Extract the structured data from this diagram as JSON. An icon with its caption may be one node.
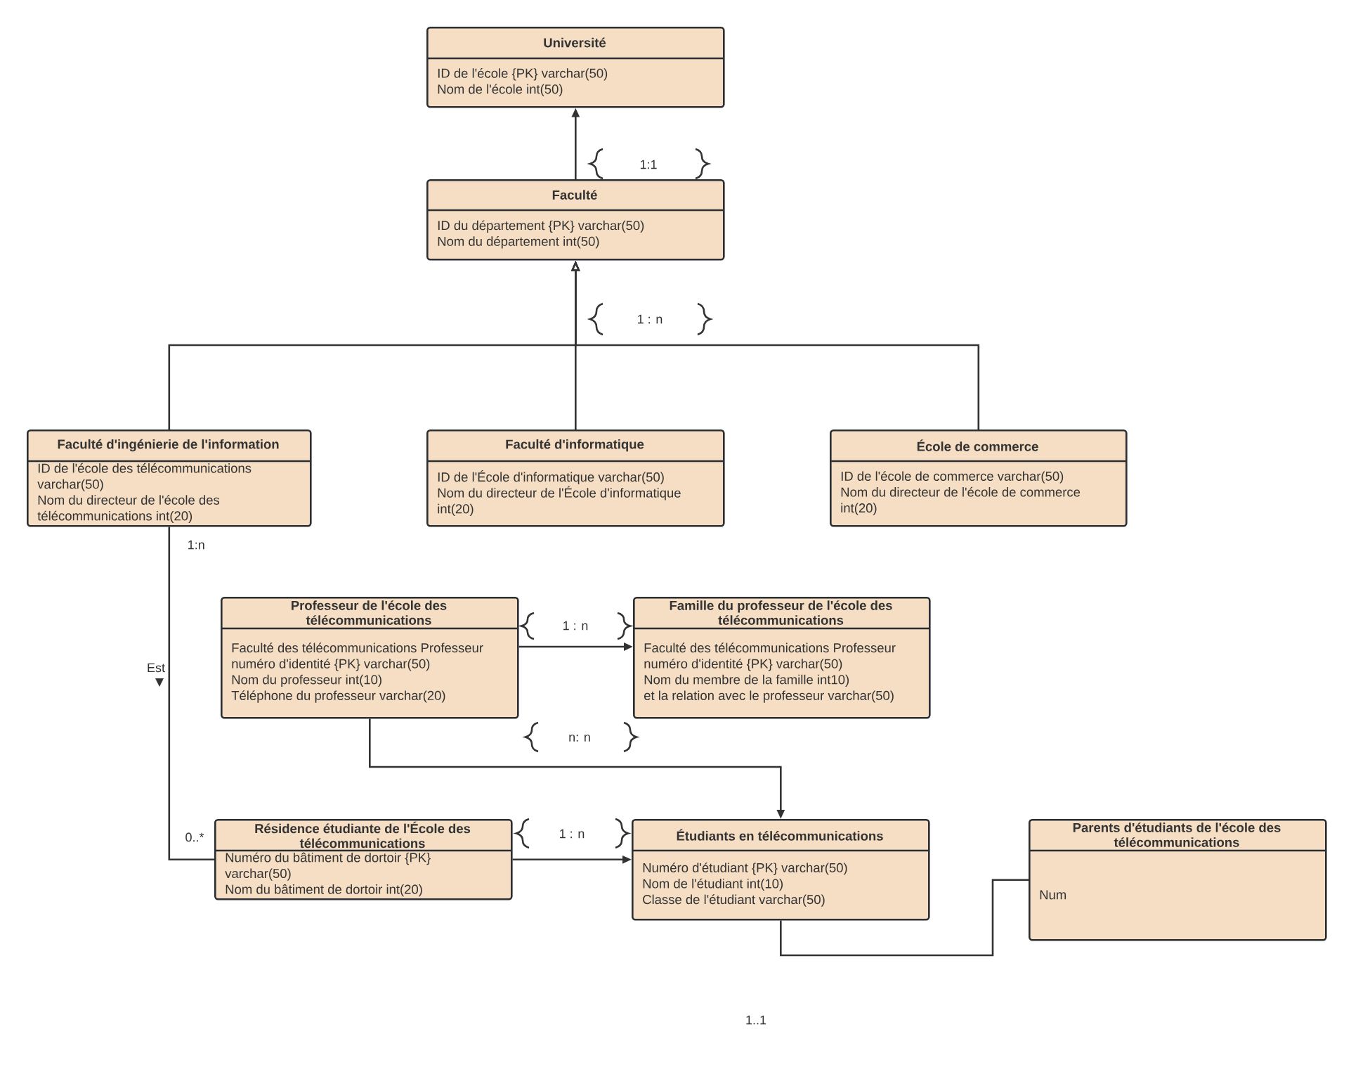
{
  "diagram": {
    "nodes": [
      {
        "text": [
          "Université",
          "ID de l'école {PK} varchar(50)",
          "Nom de l'école int(50)"
        ]
      },
      {
        "text": [
          "Faculté",
          "ID du département {PK} varchar(50)",
          "Nom du département int(50)"
        ]
      },
      {
        "text": [
          "Faculté d'ingénierie de l'information",
          "ID de l'école des télécommunications varchar(50)",
          "Nom du directeur de l'école des télécommunications int(20)"
        ]
      },
      {
        "text": [
          "Faculté d'informatique",
          "ID de l'École d'informatique varchar(50)",
          "Nom du directeur de l'École d'informatique int(20)"
        ]
      },
      {
        "text": [
          "École de commerce",
          "ID de l'école de commerce varchar(50)",
          "Nom du directeur de l'école de commerce int(20)"
        ]
      },
      {
        "text": [
          "Professeur de l'école des télécommunications",
          "Faculté des télécommunications Professeur numéro d'identité {PK} varchar(50)",
          "Nom du professeur int(10)",
          "Téléphone du professeur varchar(20)"
        ]
      },
      {
        "text": [
          "Famille du professeur de l'école des télécommunications",
          "Faculté des télécommunications Professeur numéro d'identité {PK} varchar(50)",
          "Nom du membre de la famille int10)",
          "et la relation avec le professeur varchar(50)"
        ]
      },
      {
        "text": [
          "Résidence étudiante de l'École des télécommunications",
          "Numéro du bâtiment de dortoir {PK} varchar(50)",
          "Nom du bâtiment de dortoir int(20)"
        ]
      },
      {
        "text": [
          "Étudiants en télécommunications",
          "Numéro d'étudiant {PK} varchar(50)",
          "Nom de l'étudiant int(10)",
          "Classe de l'étudiant varchar(50)"
        ]
      },
      {
        "text": [
          "Parents d'étudiants de l'école des télécommunications",
          "Num"
        ]
      }
    ],
    "edges": [
      {
        "from": 1,
        "to": 0,
        "arrow": "to"
      },
      {
        "from": 2,
        "to": 1,
        "arrow": "to"
      },
      {
        "from": 3,
        "to": 1,
        "arrow": "to"
      },
      {
        "from": 4,
        "to": 1,
        "arrow": "to"
      },
      {
        "from": 2,
        "to": 7,
        "arrow": "none",
        "label": "Est"
      },
      {
        "from": 5,
        "to": 6,
        "arrow": "to",
        "label": "1 : n"
      },
      {
        "from": 5,
        "to": 8,
        "arrow": "to",
        "label": "n: n"
      },
      {
        "from": 7,
        "to": 8,
        "arrow": "to",
        "label": "1 : n"
      },
      {
        "from": 8,
        "to": 9,
        "arrow": "none"
      }
    ],
    "labels": [
      "1:1",
      "1 : n",
      "1:n",
      "0..*",
      "1..1"
    ]
  }
}
